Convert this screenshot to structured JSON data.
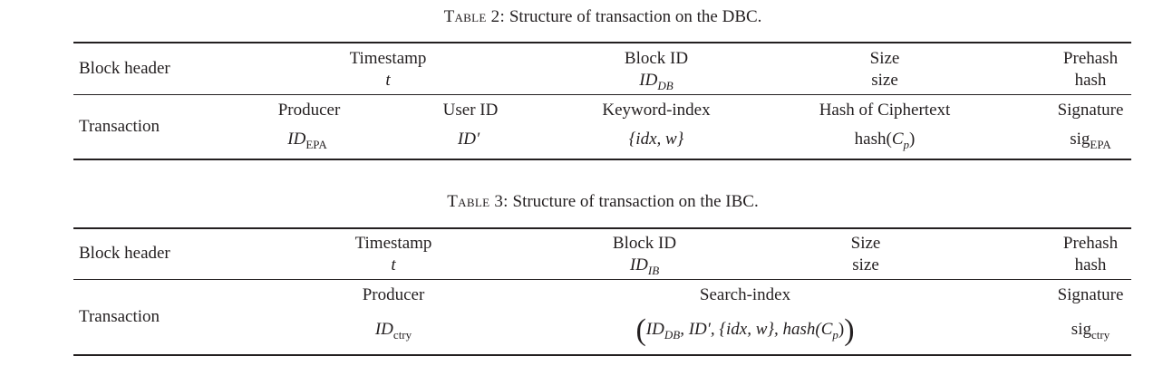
{
  "table2": {
    "caption_label": "Table 2:",
    "caption_text": "Structure of transaction on the DBC.",
    "block_header": {
      "label": "Block header",
      "timestamp": "Timestamp",
      "timestamp_sym": "t",
      "block_id": "Block ID",
      "block_id_sym": "ID",
      "block_id_sub": "DB",
      "size": "Size",
      "size_sym": "size",
      "prehash": "Prehash",
      "prehash_sym": "hash"
    },
    "transaction": {
      "label": "Transaction",
      "producer": "Producer",
      "producer_sym": "ID",
      "producer_sub": "EPA",
      "user_id": "User ID",
      "user_id_sym": "ID′",
      "keyword_index": "Keyword-index",
      "keyword_index_sym": "{idx, w}",
      "hash_cipher": "Hash of Ciphertext",
      "hash_cipher_fn": "hash(",
      "hash_cipher_var": "C",
      "hash_cipher_sub": "p",
      "hash_cipher_close": ")",
      "signature": "Signature",
      "signature_sym": "sig",
      "signature_sub": "EPA"
    }
  },
  "table3": {
    "caption_label": "Table 3:",
    "caption_text": "Structure of transaction on the IBC.",
    "block_header": {
      "label": "Block header",
      "timestamp": "Timestamp",
      "timestamp_sym": "t",
      "block_id": "Block ID",
      "block_id_sym": "ID",
      "block_id_sub": "IB",
      "size": "Size",
      "size_sym": "size",
      "prehash": "Prehash",
      "prehash_sym": "hash"
    },
    "transaction": {
      "label": "Transaction",
      "producer": "Producer",
      "producer_sym": "ID",
      "producer_sub": "ctry",
      "search_index": "Search-index",
      "search_open": "(",
      "search_id": "ID",
      "search_id_sub": "DB",
      "search_rest": ", ID′, {idx, w}, hash(",
      "search_var": "C",
      "search_var_sub": "p",
      "search_close_inner": ")",
      "search_close": ")",
      "signature": "Signature",
      "signature_sym": "sig",
      "signature_sub": "ctry"
    }
  }
}
